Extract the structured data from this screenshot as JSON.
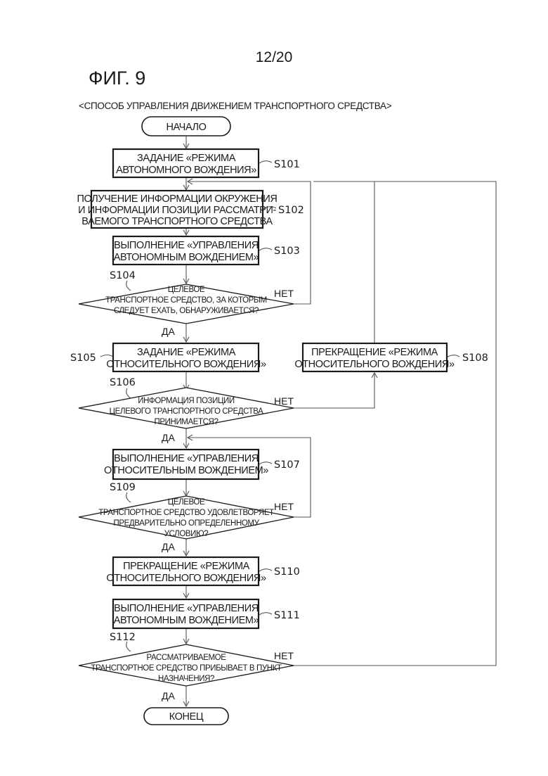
{
  "page_number": "12/20",
  "figure_title": "ФИГ. 9",
  "caption": "<СПОСОБ УПРАВЛЕНИЯ ДВИЖЕНИЕМ ТРАНСПОРТНОГО СРЕДСТВА>",
  "start": "НАЧАЛО",
  "end": "КОНЕЦ",
  "steps": {
    "s101": {
      "id": "S101",
      "lines": [
        "ЗАДАНИЕ «РЕЖИМА",
        "АВТОНОМНОГО ВОЖДЕНИЯ»"
      ]
    },
    "s102": {
      "id": "S102",
      "lines": [
        "ПОЛУЧЕНИЕ ИНФОРМАЦИИ ОКРУЖЕНИЯ",
        "И ИНФОРМАЦИИ ПОЗИЦИИ РАССМАТРИ-",
        "ВАЕМОГО ТРАНСПОРТНОГО СРЕДСТВА"
      ]
    },
    "s103": {
      "id": "S103",
      "lines": [
        "ВЫПОЛНЕНИЕ «УПРАВЛЕНИЯ",
        "АВТОНОМНЫМ ВОЖДЕНИЕМ»"
      ]
    },
    "s104": {
      "id": "S104",
      "lines": [
        "ЦЕЛЕВОЕ",
        "ТРАНСПОРТНОЕ СРЕДСТВО, ЗА КОТОРЫМ",
        "СЛЕДУЕТ ЕХАТЬ, ОБНАРУЖИВАЕТСЯ?"
      ]
    },
    "s105": {
      "id": "S105",
      "lines": [
        "ЗАДАНИЕ «РЕЖИМА",
        "ОТНОСИТЕЛЬНОГО ВОЖДЕНИЯ»"
      ]
    },
    "s106": {
      "id": "S106",
      "lines": [
        "ИНФОРМАЦИЯ ПОЗИЦИИ",
        "ЦЕЛЕВОГО ТРАНСПОРТНОГО СРЕДСТВА",
        "ПРИНИМАЕТСЯ?"
      ]
    },
    "s107": {
      "id": "S107",
      "lines": [
        "ВЫПОЛНЕНИЕ «УПРАВЛЕНИЯ",
        "ОТНОСИТЕЛЬНЫМ ВОЖДЕНИЕМ»"
      ]
    },
    "s108": {
      "id": "S108",
      "lines": [
        "ПРЕКРАЩЕНИЕ «РЕЖИМА",
        "ОТНОСИТЕЛЬНОГО ВОЖДЕНИЯ»"
      ]
    },
    "s109": {
      "id": "S109",
      "lines": [
        "ЦЕЛЕВОЕ",
        "ТРАНСПОРТНОЕ СРЕДСТВО УДОВЛЕТВОРЯЕТ",
        "ПРЕДВАРИТЕЛЬНО ОПРЕДЕЛЕННОМУ",
        "УСЛОВИЮ?"
      ]
    },
    "s110": {
      "id": "S110",
      "lines": [
        "ПРЕКРАЩЕНИЕ «РЕЖИМА",
        "ОТНОСИТЕЛЬНОГО ВОЖДЕНИЯ»"
      ]
    },
    "s111": {
      "id": "S111",
      "lines": [
        "ВЫПОЛНЕНИЕ «УПРАВЛЕНИЯ",
        "АВТОНОМНЫМ ВОЖДЕНИЕМ»"
      ]
    },
    "s112": {
      "id": "S112",
      "lines": [
        "РАССМАТРИВАЕМОЕ",
        "ТРАНСПОРТНОЕ СРЕДСТВО ПРИБЫВАЕТ В ПУНКТ",
        "НАЗНАЧЕНИЯ?"
      ]
    }
  },
  "labels": {
    "yes": "ДА",
    "no": "НЕТ"
  }
}
